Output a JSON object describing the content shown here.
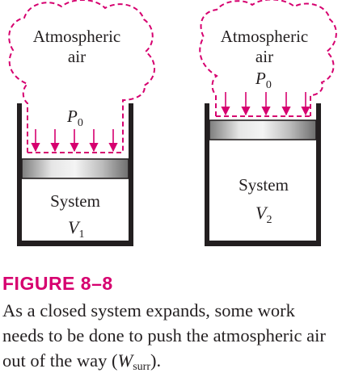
{
  "figure": {
    "number_label": "FIGURE 8–8",
    "caption_text": "As a closed system expands, some work needs to be done to push the atmospheric air out of the way (",
    "caption_symbol": "W",
    "caption_subscript": "surr",
    "caption_end": ")."
  },
  "left_panel": {
    "air_label_line1": "Atmospheric",
    "air_label_line2": "air",
    "pressure_symbol": "P",
    "pressure_subscript": "0",
    "system_label": "System",
    "volume_symbol": "V",
    "volume_subscript": "1"
  },
  "right_panel": {
    "air_label_line1": "Atmospheric",
    "air_label_line2": "air",
    "pressure_symbol": "P",
    "pressure_subscript": "0",
    "system_label": "System",
    "volume_symbol": "V",
    "volume_subscript": "2"
  },
  "colors": {
    "accent": "#d6006f",
    "cylinder": "#231f20",
    "piston_light": "#e8e8e8",
    "piston_dark": "#7a7a7a"
  }
}
